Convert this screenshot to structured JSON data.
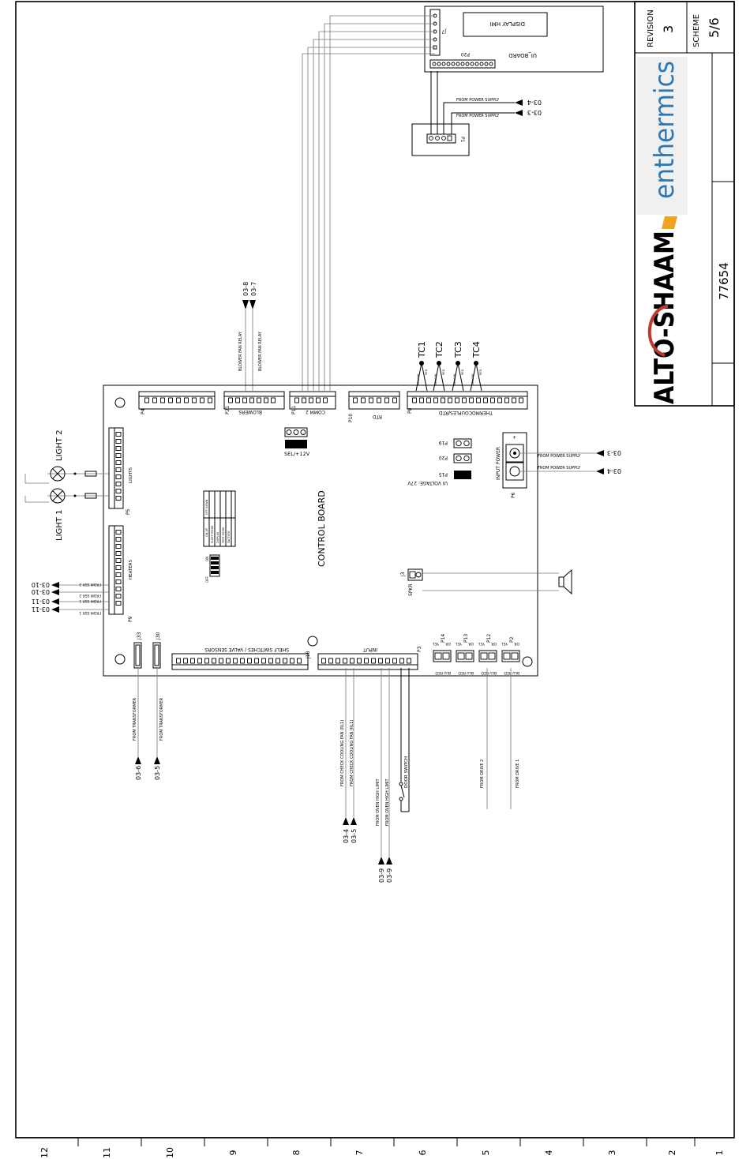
{
  "title_block": {
    "revision_label": "REVISION",
    "revision_value": "3",
    "scheme_label": "SCHEME",
    "scheme_value": "5/6",
    "brand_left": "ALTO-SHAAM",
    "brand_right": "enthermics",
    "drawing_number": "77654"
  },
  "grid_numbers": [
    "12",
    "11",
    "10",
    "9",
    "8",
    "7",
    "6",
    "5",
    "4",
    "3",
    "2",
    "1"
  ],
  "ui_board": {
    "label": "UI_BOARD",
    "display": "DISPLAY HMI",
    "j7": "J7",
    "p20": "P20",
    "p1": "P1",
    "supply_note_1": "FROM POWER SUPPLY",
    "supply_note_2": "FROM POWER SUPPLY",
    "ref_1": "03-4",
    "ref_2": "03-3"
  },
  "control_board": {
    "label": "CONTROL BOARD",
    "p4": "P4",
    "p21": "P21",
    "blowers": "BLOWERS",
    "p11": "P11",
    "comm2": "COMM 2",
    "p10": "P10",
    "rtd": "RTD",
    "p8": "P8",
    "thermo": "THERMOCOUPLES/RTD",
    "sel": "SEL/+12V",
    "lights": "LIGHTS",
    "p5": "P5",
    "heaters": "HEATERS",
    "p9": "P9",
    "p19": "P19",
    "p20": "P20",
    "p15": "P15",
    "ui_voltage": "UI VOLTAGE: 27V",
    "input_power": "INPUT POWER",
    "p6": "P6",
    "j3": "J3",
    "spkr": "SPKR",
    "j33": "J33",
    "j30": "J30",
    "j18": "J18",
    "shelf": "SHELF SWITCHES / VALVE SENSORS",
    "input": "INPUT",
    "p3": "P3",
    "p14": "P14",
    "p13": "P13",
    "p12": "P12",
    "p2": "P2",
    "on": "ON",
    "off": "OFF",
    "yel": "YEL",
    "or": "OR",
    "blu_red": "BLU RED"
  },
  "blower_refs": {
    "relay_1": "BLOWER FAN RELAY",
    "relay_2": "BLOWER FAN RELAY",
    "ref_1": "03-8",
    "ref_2": "03-7"
  },
  "thermocouples": [
    "TC1",
    "TC2",
    "TC3",
    "TC4"
  ],
  "tc_wire_labels": {
    "yellow": "YELLOW",
    "red": "RED"
  },
  "lights": {
    "light1": "LIGHT 1",
    "light2": "LIGHT 2"
  },
  "heater_refs": [
    {
      "note": "FROM SSR 2",
      "ref": "03-10"
    },
    {
      "note": "FROM SSR 2",
      "ref": "03-10"
    },
    {
      "note": "FROM SSR 1",
      "ref": "03-11"
    },
    {
      "note": "FROM SSR 1",
      "ref": "03-11"
    }
  ],
  "power_refs": [
    {
      "note": "FROM POWER SUPPLY",
      "ref": "03-3"
    },
    {
      "note": "FROM POWER SUPPLY",
      "ref": "03-4"
    }
  ],
  "transformer_refs": [
    {
      "note": "FROM TRANSFORMER",
      "ref": "03-6"
    },
    {
      "note": "FROM TRANSFORMER",
      "ref": "03-5"
    }
  ],
  "input_refs": {
    "fan1": "FROM CHECK COOLING FAN (RL1)",
    "fan2": "FROM CHECK COOLING FAN (RL1)",
    "ref_fan1": "03-4",
    "ref_fan2": "03-5",
    "hl1": "FROM OVEN HIGH LIMIT",
    "hl2": "FROM OVEN HIGH LIMIT",
    "ref_hl1": "03-9",
    "ref_hl2": "03-9",
    "door": "DOOR SWITCH"
  },
  "drive_refs": {
    "drive2": "FROM DRIVE 2",
    "drive1": "FROM DRIVE 1"
  },
  "dip_labels": [
    "ON UP",
    "OFF DOWN",
    "SLEEP MODE",
    "DISPLAY",
    "TEST MODE",
    "FACTORY"
  ]
}
